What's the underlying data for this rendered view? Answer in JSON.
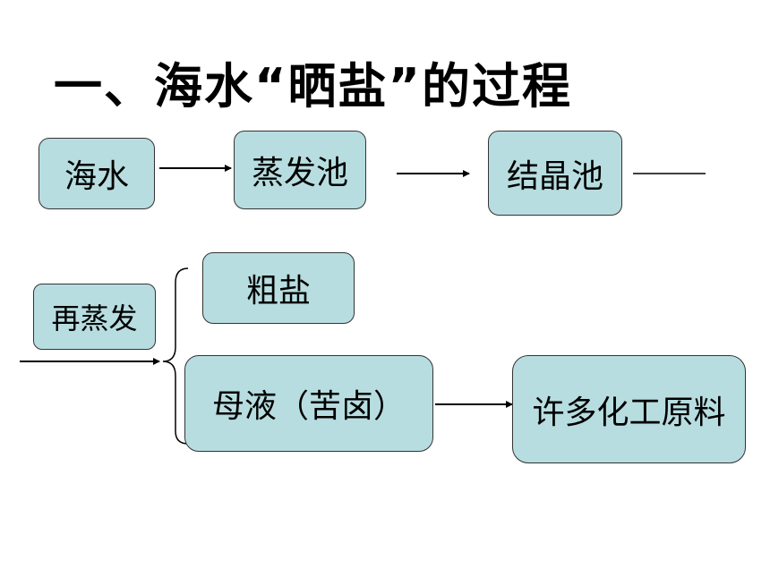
{
  "title": "一、海水“晒盐”的过程",
  "nodes": {
    "seawater": "海水",
    "evaporation_pond": "蒸发池",
    "crystallization_pond": "结晶池",
    "re_evaporate": "再蒸发",
    "crude_salt": "粗盐",
    "mother_liquor": "母液（苦卤）",
    "chemical_materials": "许多化工原料"
  },
  "colors": {
    "box_fill": "#b7dde0",
    "box_border": "#333333",
    "line": "#000000"
  }
}
